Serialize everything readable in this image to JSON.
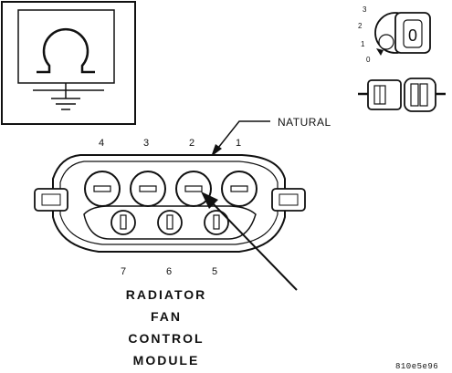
{
  "callout_label": "NATURAL",
  "top_pins": [
    "4",
    "3",
    "2",
    "1"
  ],
  "bottom_pins": [
    "7",
    "6",
    "5"
  ],
  "title_lines": [
    "RADIATOR",
    "FAN",
    "CONTROL",
    "MODULE"
  ],
  "figure_id": "810e5e96",
  "key_positions": [
    "3",
    "2",
    "1",
    "0"
  ],
  "key_char": "0"
}
